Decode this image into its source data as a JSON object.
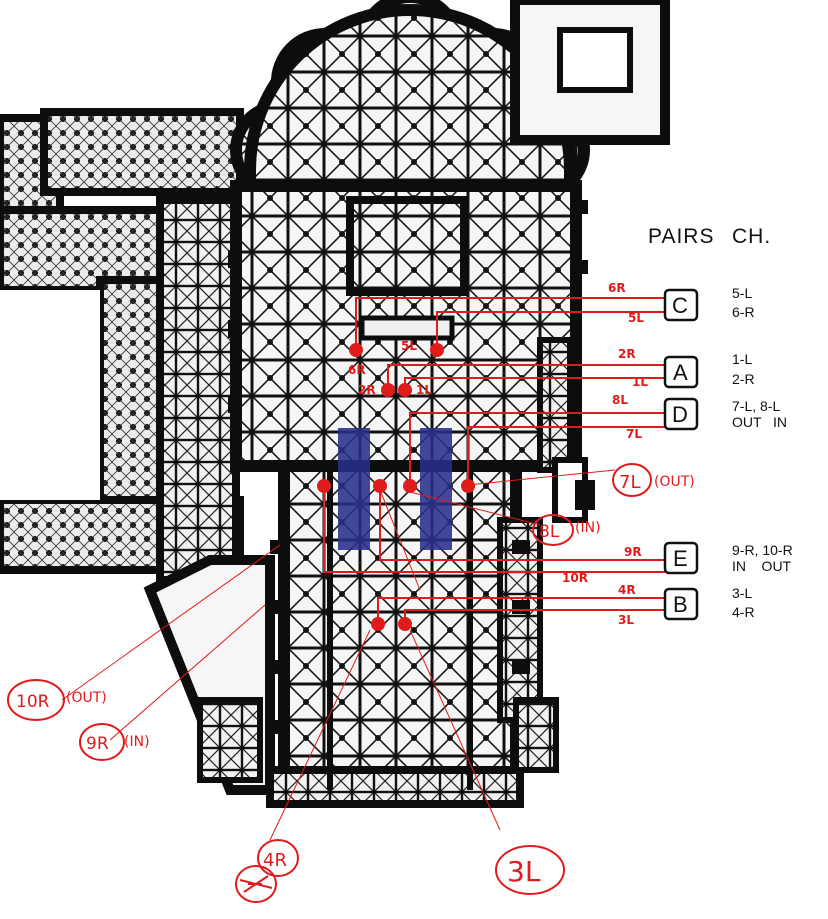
{
  "legend": {
    "pairs_header": "PAIRS",
    "ch_header": "CH.",
    "pairs": [
      {
        "letter": "C",
        "wire_top": "6R",
        "wire_bottom": "5L",
        "ch_line1": "5-L",
        "ch_line2": "6-R"
      },
      {
        "letter": "A",
        "wire_top": "2R",
        "wire_bottom": "1L",
        "ch_line1": "1-L",
        "ch_line2": "2-R"
      },
      {
        "letter": "D",
        "wire_top": "8L",
        "wire_bottom": "7L",
        "ch_line1": "7-L, 8-L",
        "ch_line2": "OUT   IN"
      },
      {
        "letter": "E",
        "wire_top": "9R",
        "wire_bottom": "10R",
        "ch_line1": "9-R, 10-R",
        "ch_line2": "IN    OUT"
      },
      {
        "letter": "B",
        "wire_top": "4R",
        "wire_bottom": "3L",
        "ch_line1": "3-L",
        "ch_line2": "4-R"
      }
    ]
  },
  "mic_labels": {
    "m6r": "6R",
    "m5l": "5L",
    "m2r": "2R",
    "m1l": "1L"
  },
  "annotations": {
    "note_7l": "7L",
    "note_7l_tag": "(OUT)",
    "note_8l": "8L",
    "note_8l_tag": "(IN)",
    "note_10r": "10R",
    "note_10r_tag": "(OUT)",
    "note_9r": "9R",
    "note_9r_tag": "(IN)",
    "note_4r": "4R",
    "note_3l": "3L"
  },
  "colors": {
    "plan_ink": "#0d0d0d",
    "wire_red": "#e01b1b",
    "choir_blue": "#2a2f8a"
  }
}
